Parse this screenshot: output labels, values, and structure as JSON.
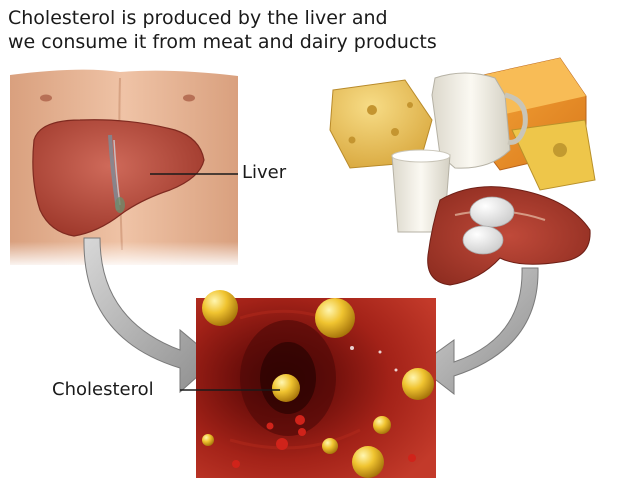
{
  "title": {
    "line1": "Cholesterol is produced by the liver and",
    "line2": "we consume it from meat and dairy products"
  },
  "labels": {
    "liver": "Liver",
    "cholesterol": "Cholesterol"
  },
  "colors": {
    "skin": "#e8b595",
    "liver": "#b5473a",
    "artery": "#8e1712",
    "cholesterol_ball": "#e0b020",
    "cheese": "#e9c25a",
    "milk": "#f4f1e6",
    "meat": "#a63a2c",
    "arrow": "#9a9a9a"
  }
}
